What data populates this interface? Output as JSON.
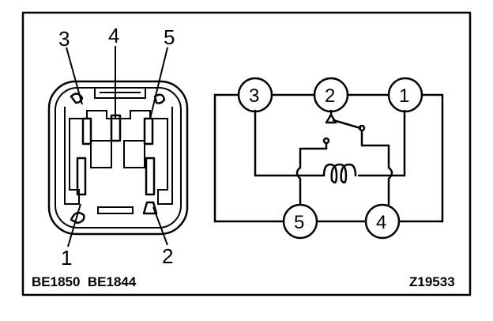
{
  "connector": {
    "pin_labels": [
      "3",
      "4",
      "5",
      "1",
      "2"
    ]
  },
  "schematic": {
    "nodes": [
      "3",
      "2",
      "1",
      "5",
      "4"
    ]
  },
  "footer": {
    "part_numbers": "BE1850  BE1844",
    "figure_code": "Z19533"
  }
}
